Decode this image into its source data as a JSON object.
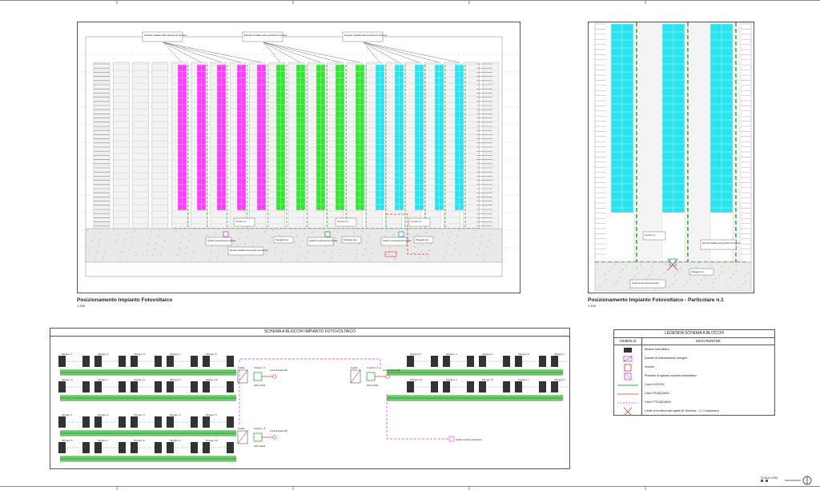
{
  "plan1": {
    "title": "Posizionamento Impianto Fotovoltaico",
    "scale": "1:250"
  },
  "plan2": {
    "title": "Posizionamento Impianto Fotovoltaico - Particolare n.1",
    "scale": "1:100"
  },
  "plan1_labels": {
    "panel_group": "Pannello installato sulla superficie di copertura",
    "inverter1": "Inverter n.1",
    "inverter2": "Inverter n.2",
    "inverter3": "Inverter n.3",
    "quadro": "Quadro di sezionamento stringhe",
    "passage": "Passaggio cavi",
    "pannello_bottom": "Pannello installato sulla superficie di copertura"
  },
  "plan2_labels": {
    "inverter": "Inverter n.1",
    "quadro": "Quadro di sezionamento stringhe",
    "pannello": "Pannello installato sulla superficie di copertura",
    "passage": "Passaggio cavi"
  },
  "block_scheme": {
    "title": "SCHEMA A BLOCCHI IMPIANTO FOTOVOLTAICO",
    "strings_top_left": [
      "Stringa n.1",
      "Stringa n.2",
      "Stringa n.3",
      "Stringa n.4",
      "Stringa n.5"
    ],
    "strings_top_left2": [
      "Stringa n.6",
      "Stringa n.7",
      "Stringa n.8",
      "Stringa n.9",
      "Stringa n.10"
    ],
    "strings_bot_left": [
      "Stringa n.1",
      "Stringa n.2",
      "Stringa n.3",
      "Stringa n.4",
      "Stringa n.5"
    ],
    "strings_bot_left2": [
      "Stringa n.6",
      "Stringa n.7",
      "Stringa n.8",
      "Stringa n.9",
      "Stringa n.10"
    ],
    "strings_right": [
      "Stringa n.5",
      "Stringa n.4",
      "Stringa n.3",
      "Stringa n.2",
      "Stringa n.1"
    ],
    "strings_right2": [
      "Stringa n.10",
      "Stringa n.9",
      "Stringa n.8",
      "Stringa n.7",
      "Stringa n.6"
    ],
    "inv1": "Inverter n.1",
    "inv2": "Inverter n.2",
    "inv3": "Inverter n.3",
    "quadro": "Quadro",
    "modules1": "(200 moduli)",
    "modules2": "(200 moduli)",
    "modules3": "(200 moduli)",
    "linea1": "Linea di bassa 400",
    "linea2": "Linea di bassa 400",
    "linea3": "Linea di bassa 400",
    "ground": "Quadro impianto fotovoltaico"
  },
  "legend": {
    "title": "LEGENDA SCHEMA A BLOCCHI",
    "col_symbol": "SIMBOLO",
    "col_desc": "DESCRIZIONE",
    "rows": [
      "Modulo fotovoltaico",
      "Quadro di sezionamento stringhe",
      "Inverter",
      "Pulsante di sgancio impianto fotovoltaico",
      "Cavo H1Z2Z2K",
      "Cavo FG16(O)M16",
      "Cavo FTG18(O)M16",
      "Limite di fornitura dell'ogetto (E-Distribuz. / C. Compresso)"
    ]
  },
  "footer_scale": "SCALA 1:250",
  "colors": {
    "magenta": "#ff3cff",
    "green": "#33e633",
    "cyan": "#29e3ef",
    "lime": "#2fc22f"
  }
}
